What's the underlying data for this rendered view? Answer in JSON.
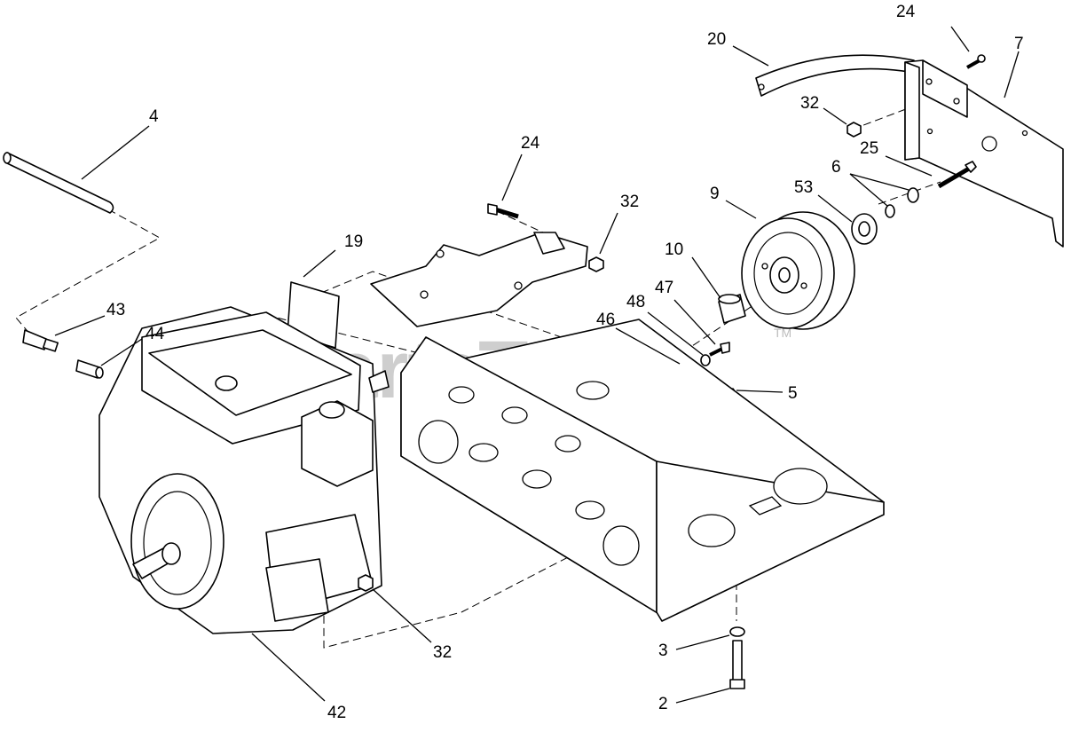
{
  "watermark": {
    "text": "PartsTree",
    "trademark": "TM"
  },
  "callouts": [
    {
      "id": "c-24-top",
      "text": "24"
    },
    {
      "id": "c-20",
      "text": "20"
    },
    {
      "id": "c-7",
      "text": "7"
    },
    {
      "id": "c-32-bracket",
      "text": "32"
    },
    {
      "id": "c-25",
      "text": "25"
    },
    {
      "id": "c-6",
      "text": "6"
    },
    {
      "id": "c-53",
      "text": "53"
    },
    {
      "id": "c-9",
      "text": "9"
    },
    {
      "id": "c-4",
      "text": "4"
    },
    {
      "id": "c-24-mid",
      "text": "24"
    },
    {
      "id": "c-32-mid",
      "text": "32"
    },
    {
      "id": "c-19",
      "text": "19"
    },
    {
      "id": "c-10",
      "text": "10"
    },
    {
      "id": "c-47",
      "text": "47"
    },
    {
      "id": "c-48",
      "text": "48"
    },
    {
      "id": "c-46",
      "text": "46"
    },
    {
      "id": "c-43",
      "text": "43"
    },
    {
      "id": "c-44",
      "text": "44"
    },
    {
      "id": "c-5",
      "text": "5"
    },
    {
      "id": "c-3",
      "text": "3"
    },
    {
      "id": "c-32-low",
      "text": "32"
    },
    {
      "id": "c-2",
      "text": "2"
    },
    {
      "id": "c-42",
      "text": "42"
    }
  ]
}
